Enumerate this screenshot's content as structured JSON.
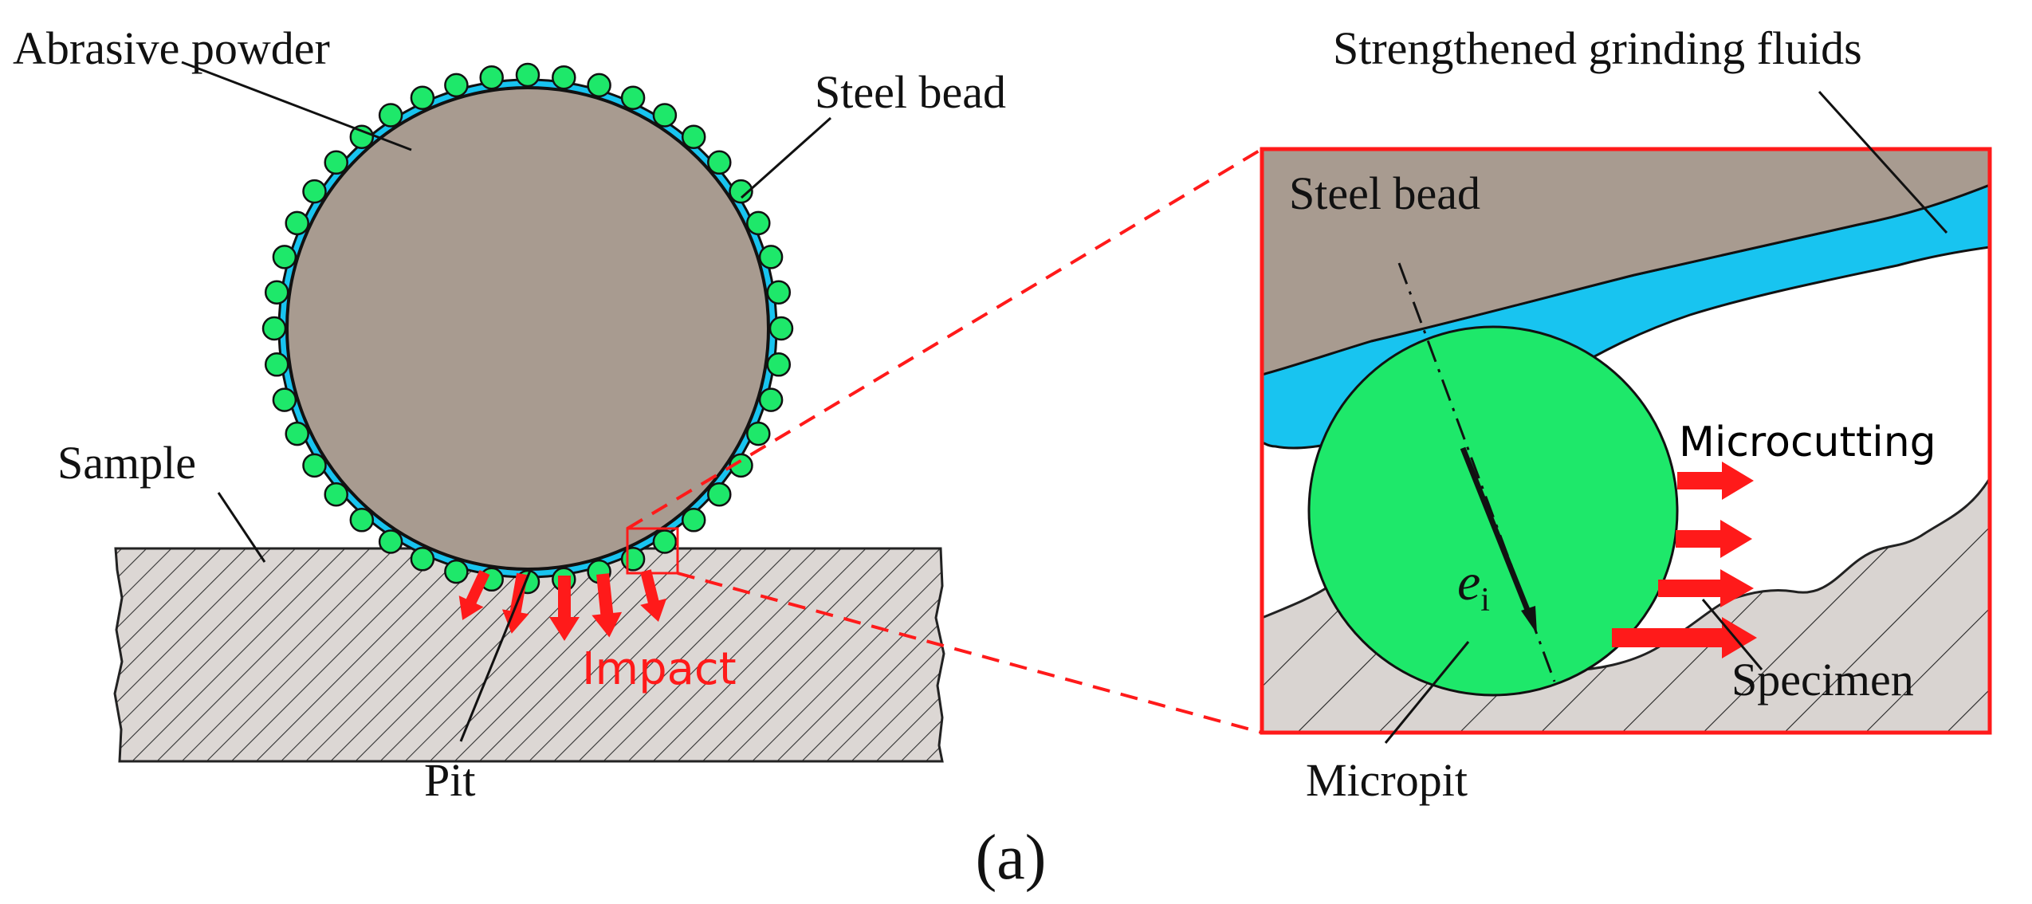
{
  "labels": {
    "abrasive_powder": "Abrasive powder",
    "steel_bead": "Steel bead",
    "sample": "Sample",
    "impact": "Impact",
    "pit": "Pit",
    "strengthened_grinding_fluids": "Strengthened grinding fluids",
    "steel_bead_zoom": "Steel bead",
    "microcutting": "Microcutting",
    "specimen": "Specimen",
    "micropit": "Micropit",
    "e_symbol": "e",
    "e_subscript": "i",
    "caption": "(a)"
  },
  "colors": {
    "steel": "#a89b90",
    "abrasive": "#1ee86a",
    "fluid": "#18c4f0",
    "sample_fill": "#d9d4d1",
    "arrow_red": "#ff1a1a",
    "text": "#111111"
  }
}
